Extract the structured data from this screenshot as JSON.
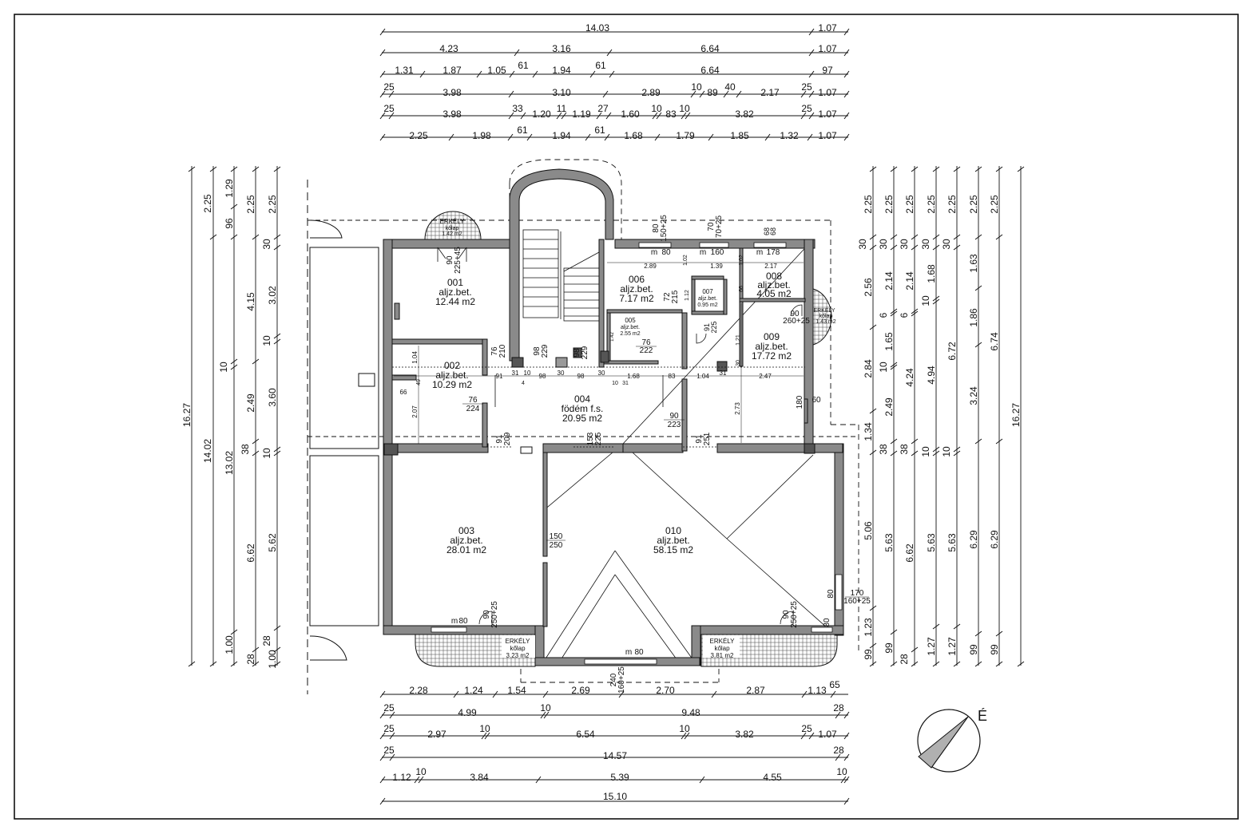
{
  "north_label": "É",
  "colors": {
    "line": "#111111",
    "wall_fill": "#8a8a8a",
    "compass_fill": "#b0b0b0"
  },
  "top_dimension_rows": [
    [
      "14.03",
      "1.07"
    ],
    [
      "4.23",
      "3.16",
      "6.64",
      "1.07"
    ],
    [
      "1.31",
      "1.87",
      "1.05",
      "61",
      "1.94",
      "61",
      "6.64",
      "97"
    ],
    [
      "25",
      "3.98",
      "3.10",
      "2.89",
      "10",
      "89",
      "40",
      "2.17",
      "25",
      "1.07"
    ],
    [
      "25",
      "3.98",
      "33",
      "1.20",
      "11",
      "1.19",
      "27",
      "1.60",
      "10",
      "83",
      "10",
      "3.82",
      "25",
      "1.07"
    ],
    [
      "2.25",
      "1.98",
      "61",
      "1.94",
      "61",
      "1.68",
      "1.79",
      "1.85",
      "1.32",
      "1.07"
    ]
  ],
  "bottom_dimension_rows": [
    [
      "2.28",
      "1.24",
      "1.54",
      "2.69",
      "2.70",
      "2.87",
      "1.13",
      "65"
    ],
    [
      "25",
      "4.99",
      "10",
      "9.48",
      "28"
    ],
    [
      "25",
      "2.97",
      "10",
      "6.54",
      "10",
      "3.82",
      "25",
      "1.07"
    ],
    [
      "25",
      "14.57",
      "28"
    ],
    [
      "1.12",
      "10",
      "3.84",
      "5.39",
      "4.55",
      "10"
    ],
    [
      "15.10"
    ]
  ],
  "left_dimension_cols": [
    [
      "16.27"
    ],
    [
      "2.25",
      "14.02"
    ],
    [
      "1.29",
      "96",
      "10",
      "13.02",
      "1.00"
    ],
    [
      "2.25",
      "4.15",
      "2.49",
      "38",
      "6.62",
      "28"
    ],
    [
      "2.25",
      "30",
      "3.02",
      "10",
      "3.60",
      "10",
      "5.62",
      "28",
      "1.00"
    ]
  ],
  "right_dimension_cols": [
    [
      "2.25",
      "30",
      "2.56",
      "2.84",
      "1.34",
      "5.06",
      "1.23",
      "99"
    ],
    [
      "2.25",
      "30",
      "2.14",
      "6",
      "1.65",
      "10",
      "2.49",
      "38",
      "5.63",
      "99"
    ],
    [
      "2.25",
      "30",
      "2.14",
      "6",
      "4.24",
      "38",
      "6.62",
      "28"
    ],
    [
      "2.25",
      "30",
      "1.68",
      "10",
      "4.94",
      "10",
      "5.63",
      "1.27"
    ],
    [
      "2.25",
      "30",
      "6.72",
      "10",
      "5.63",
      "1.27"
    ],
    [
      "2.25",
      "1.63",
      "1.86",
      "3.24",
      "6.29",
      "99"
    ],
    [
      "2.25",
      "6.74",
      "6.29",
      "99"
    ],
    [
      "16.27"
    ]
  ],
  "rooms": [
    {
      "id": "001",
      "finish": "aljz.bet.",
      "area": "12.44 m2"
    },
    {
      "id": "002",
      "finish": "aljz.bet.",
      "area": "10.29 m2"
    },
    {
      "id": "003",
      "finish": "aljz.bet.",
      "area": "28.01 m2"
    },
    {
      "id": "004",
      "finish": "födém f.s.",
      "area": "20.95 m2"
    },
    {
      "id": "005",
      "finish": "aljz.bet.",
      "area": "2.55 m2"
    },
    {
      "id": "006",
      "finish": "aljz.bet.",
      "area": "7.17 m2"
    },
    {
      "id": "007",
      "finish": "aljz.bet.",
      "area": "0.95 m2"
    },
    {
      "id": "008",
      "finish": "aljz.bet.",
      "area": "4.05 m2"
    },
    {
      "id": "009",
      "finish": "aljz.bet.",
      "area": "17.72 m2"
    },
    {
      "id": "010",
      "finish": "aljz.bet.",
      "area": "58.15 m2"
    }
  ],
  "balconies": [
    {
      "name": "ERKÉLY",
      "finish": "kőlap",
      "area": "1.42 m2"
    },
    {
      "name": "ERKÉLY",
      "finish": "kőlap",
      "area": "1.43 m2"
    },
    {
      "name": "ERKÉLY",
      "finish": "kőlap",
      "area": "3.23 m2"
    },
    {
      "name": "ERKÉLY",
      "finish": "kőlap",
      "area": "3.81 m2"
    }
  ],
  "openings": [
    {
      "top": "90",
      "bottom": "225+45"
    },
    {
      "top": "80",
      "bottom": "150+25"
    },
    {
      "top": "70",
      "bottom": "70+25"
    },
    {
      "top": "68",
      "bottom": "68"
    },
    {
      "top": "m",
      "bottom": "80"
    },
    {
      "top": "m",
      "bottom": "160"
    },
    {
      "top": "m",
      "bottom": "178"
    },
    {
      "top": "90",
      "bottom": "260+25"
    },
    {
      "top": "76",
      "bottom": "210"
    },
    {
      "top": "98",
      "bottom": "229"
    },
    {
      "top": "98",
      "bottom": "229"
    },
    {
      "top": "76",
      "bottom": "222"
    },
    {
      "top": "76",
      "bottom": "224"
    },
    {
      "top": "91",
      "bottom": "209"
    },
    {
      "top": "153",
      "bottom": "225"
    },
    {
      "top": "90",
      "bottom": "223"
    },
    {
      "top": "91",
      "bottom": "251"
    },
    {
      "top": "91",
      "bottom": "225"
    },
    {
      "top": "72",
      "bottom": "215"
    },
    {
      "top": "180",
      "bottom": "60"
    },
    {
      "top": "150",
      "bottom": "250"
    },
    {
      "top": "m",
      "bottom": "80"
    },
    {
      "top": "m",
      "bottom": "80"
    },
    {
      "top": "90",
      "bottom": "250+25"
    },
    {
      "top": "90",
      "bottom": "250+25"
    },
    {
      "top": "240",
      "bottom": "160+25"
    },
    {
      "top": "170",
      "bottom": "160+25"
    },
    {
      "top": "80",
      "bottom": "80"
    }
  ],
  "inner_dims": [
    "2.89",
    "1.02",
    "1.39",
    "1.02",
    "2.17",
    "1.04",
    "2.07",
    "49",
    "66",
    "91",
    "31",
    "10",
    "98",
    "30",
    "98",
    "30",
    "1.68",
    "83",
    "1.04",
    "31",
    "2.47",
    "4",
    "10",
    "31",
    "1.12",
    "66",
    "1.21",
    "30",
    "2.73",
    "1.42"
  ]
}
